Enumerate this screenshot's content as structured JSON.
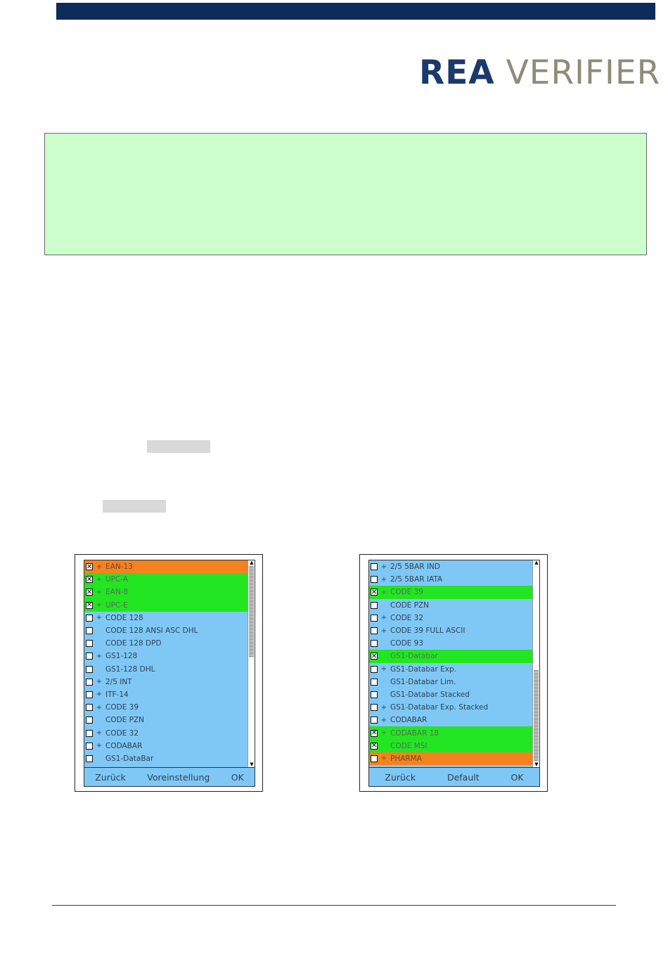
{
  "header": {
    "brand_part1": "REA",
    "brand_part2": "VERIFIER"
  },
  "left_screen": {
    "items": [
      {
        "checked": true,
        "plus": "+",
        "label": "EAN-13",
        "highlight": "orange"
      },
      {
        "checked": true,
        "plus": "+",
        "label": "UPC-A",
        "highlight": "green"
      },
      {
        "checked": true,
        "plus": "+",
        "label": "EAN-8",
        "highlight": "green"
      },
      {
        "checked": true,
        "plus": "+",
        "label": "UPC-E",
        "highlight": "green"
      },
      {
        "checked": false,
        "plus": "+",
        "label": "CODE 128",
        "highlight": ""
      },
      {
        "checked": false,
        "plus": "",
        "label": "CODE 128 ANSI ASC DHL",
        "highlight": ""
      },
      {
        "checked": false,
        "plus": "",
        "label": "CODE 128 DPD",
        "highlight": ""
      },
      {
        "checked": false,
        "plus": "+",
        "label": "GS1-128",
        "highlight": ""
      },
      {
        "checked": false,
        "plus": "",
        "label": "GS1-128 DHL",
        "highlight": ""
      },
      {
        "checked": false,
        "plus": "+",
        "label": "2/5 INT",
        "highlight": ""
      },
      {
        "checked": false,
        "plus": "+",
        "label": "ITF-14",
        "highlight": ""
      },
      {
        "checked": false,
        "plus": "+",
        "label": "CODE 39",
        "highlight": ""
      },
      {
        "checked": false,
        "plus": "",
        "label": "CODE PZN",
        "highlight": ""
      },
      {
        "checked": false,
        "plus": "+",
        "label": "CODE 32",
        "highlight": ""
      },
      {
        "checked": false,
        "plus": "+",
        "label": "CODABAR",
        "highlight": ""
      },
      {
        "checked": false,
        "plus": "",
        "label": "GS1-DataBar",
        "highlight": ""
      }
    ],
    "scroll_position": 0.0,
    "buttons": {
      "back": "Zurück",
      "default": "Voreinstellung",
      "ok": "OK"
    }
  },
  "right_screen": {
    "items": [
      {
        "checked": false,
        "plus": "+",
        "label": "2/5 5BAR IND",
        "highlight": ""
      },
      {
        "checked": false,
        "plus": "+",
        "label": "2/5 5BAR IATA",
        "highlight": ""
      },
      {
        "checked": true,
        "plus": "+",
        "label": "CODE 39",
        "highlight": "green"
      },
      {
        "checked": false,
        "plus": "",
        "label": "CODE PZN",
        "highlight": ""
      },
      {
        "checked": false,
        "plus": "+",
        "label": "CODE 32",
        "highlight": ""
      },
      {
        "checked": false,
        "plus": "+",
        "label": "CODE 39 FULL ASCII",
        "highlight": ""
      },
      {
        "checked": false,
        "plus": "",
        "label": "CODE 93",
        "highlight": ""
      },
      {
        "checked": true,
        "plus": "",
        "label": "GS1-Databar",
        "highlight": "green"
      },
      {
        "checked": false,
        "plus": "+",
        "label": "GS1-Databar Exp.",
        "highlight": ""
      },
      {
        "checked": false,
        "plus": "",
        "label": "GS1-Databar Lim.",
        "highlight": ""
      },
      {
        "checked": false,
        "plus": "",
        "label": "GS1-Databar Stacked",
        "highlight": ""
      },
      {
        "checked": false,
        "plus": "+",
        "label": "GS1-Databar Exp. Stacked",
        "highlight": ""
      },
      {
        "checked": false,
        "plus": "+",
        "label": "CODABAR",
        "highlight": ""
      },
      {
        "checked": true,
        "plus": "+",
        "label": "CODABAR 18",
        "highlight": "green"
      },
      {
        "checked": true,
        "plus": "",
        "label": "CODE MSI",
        "highlight": "green"
      },
      {
        "checked": false,
        "plus": "+",
        "label": "PHARMA",
        "highlight": "orange"
      }
    ],
    "scroll_position": 1.0,
    "buttons": {
      "back": "Zurück",
      "default": "Default",
      "ok": "OK"
    }
  },
  "colors": {
    "navy": "#0e2b59",
    "screen_bg": "#7fc8f5",
    "selected_green": "#22e622",
    "active_orange": "#f5821f",
    "note_green": "#ccffcc"
  }
}
